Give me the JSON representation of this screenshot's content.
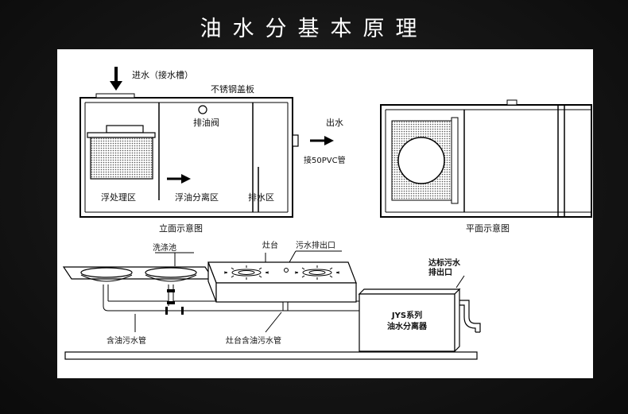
{
  "page": {
    "title": "油水分基本原理"
  },
  "elevation": {
    "inlet_label": "进水（接水槽）",
    "cover_label": "不锈钢盖板",
    "oil_valve_label": "排油阀",
    "outlet_label": "出水",
    "pipe_label": "接50PVC管",
    "zone_float": "浮处理区",
    "zone_separation": "浮油分离区",
    "zone_drain": "排水区",
    "caption": "立面示意图"
  },
  "plan": {
    "caption": "平面示意图"
  },
  "installation": {
    "sink_label": "洗涤池",
    "stove_label": "灶台",
    "stove_outlet_label": "污水排出口",
    "discharge_label_line1": "达标污水",
    "discharge_label_line2": "排出口",
    "separator_label_line1": "JYS系列",
    "separator_label_line2": "油水分离器",
    "oily_pipe_label": "含油污水管",
    "stove_pipe_label": "灶台含油污水管"
  },
  "icons": [
    "arrow-down-icon",
    "arrow-right-icon",
    "oil-valve-icon",
    "burner-icon"
  ]
}
